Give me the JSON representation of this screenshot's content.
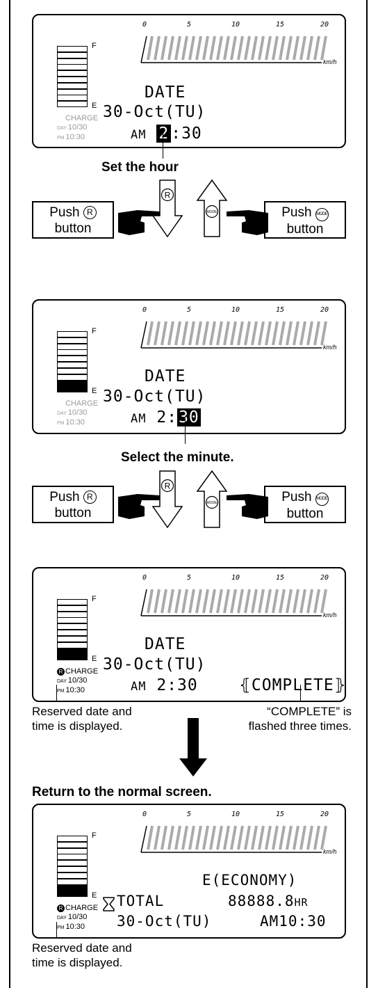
{
  "gauge": {
    "full_label": "F",
    "empty_label": "E"
  },
  "scale": {
    "ticks": [
      "0",
      "5",
      "10",
      "15",
      "20"
    ],
    "unit": "km/h"
  },
  "indicator": {
    "charge": "CHARGE",
    "r_symbol": "R",
    "day_label": "DAY",
    "pm_label": "PM",
    "day_value": "10/30",
    "pm_value": "10:30"
  },
  "screens": [
    {
      "date_label": "DATE",
      "date_value": "30-Oct(TU)",
      "time_prefix": "AM",
      "hour": "2",
      "colon": ":",
      "minute": "30",
      "filled_segments": 0
    },
    {
      "date_label": "DATE",
      "date_value": "30-Oct(TU)",
      "time_prefix": "AM",
      "hour": "2",
      "colon": ":",
      "minute": "30",
      "filled_segments": 2
    },
    {
      "date_label": "DATE",
      "date_value": "30-Oct(TU)",
      "time_prefix": "AM",
      "time_full": "2:30",
      "status": "COMPLETE",
      "filled_segments": 2
    },
    {
      "mode": "E(ECONOMY)",
      "total_label": "TOTAL",
      "total_value": "88888.8",
      "total_unit": "HR",
      "date_value": "30-Oct(TU)",
      "time_value": "AM10:30",
      "filled_segments": 2
    }
  ],
  "captions": {
    "set_hour": "Set the hour",
    "select_minute": "Select the minute.",
    "return_normal": "Return to the normal screen."
  },
  "push": {
    "push_word": "Push",
    "button_word": "button",
    "r_symbol": "R",
    "mode_symbol": "MODE"
  },
  "notes": {
    "reserved_line1": "Reserved date and",
    "reserved_line2": "time is displayed.",
    "complete_line1": "“COMPLETE” is",
    "complete_line2": "flashed three times."
  }
}
